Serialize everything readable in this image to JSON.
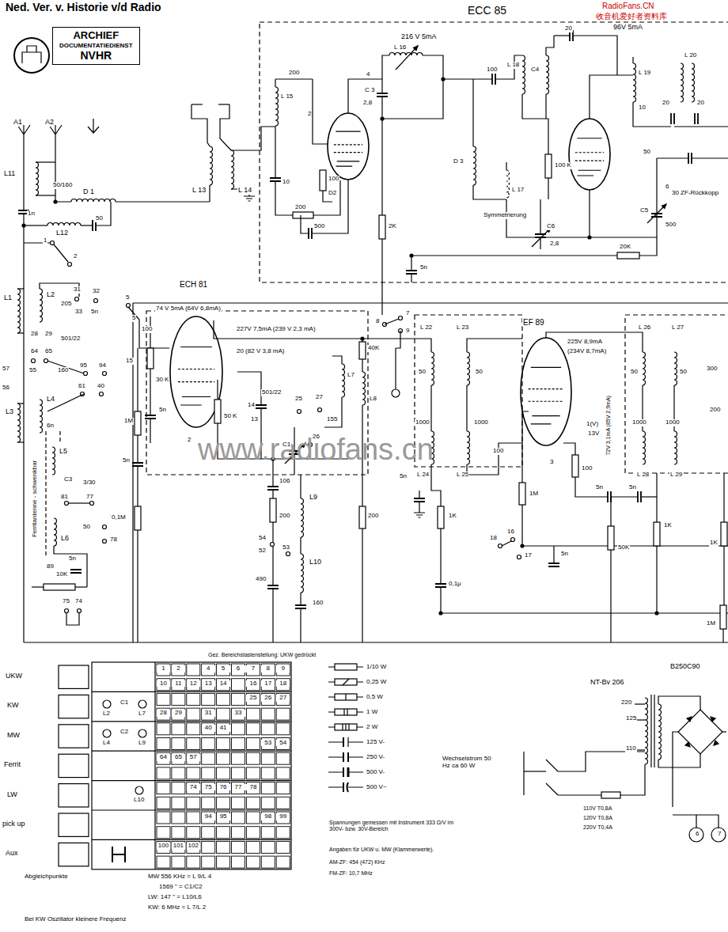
{
  "diagram": {
    "nodes": [
      {
        "text": [
          "ARCHIEF",
          "DOCUMENTATIEDIENST",
          "NVHR"
        ]
      }
    ],
    "labels": [
      "Ned. Ver. v. Historie v/d Radio",
      "RadioFans.CN",
      "收音机爱好者资料库",
      "ECC 85",
      "www.radiofans.cn",
      "A1",
      "A2",
      "L11",
      "50/160",
      "D 1",
      "1n",
      "50",
      "L12",
      "1",
      "2",
      "L 13",
      "L 14",
      "200",
      "L 15",
      "2",
      "10",
      "200",
      "500",
      "100",
      "D2",
      "4",
      "C 3",
      "2,8",
      "216 V 5mA",
      "L 16",
      "20",
      "96V 5mA",
      "L 18",
      "C4",
      "100",
      "L 19",
      "10",
      "L 20",
      "20",
      "20",
      "D 3",
      "L 17",
      "100 K",
      "Symmetrierung",
      "C6",
      "2,8",
      "50",
      "6",
      "30 ZF-Rückkopp",
      "C5",
      "500",
      "20K",
      "2K",
      "5n",
      "L1",
      "L2",
      "31",
      "32",
      "5",
      "205",
      "33",
      "5n",
      "28",
      "29",
      "501/22",
      "57",
      "56",
      "64",
      "65",
      "55",
      "160",
      "95",
      "94",
      "61",
      "40",
      "L3",
      "L4",
      "6n",
      "L5",
      "C3",
      "3/30",
      "81",
      "77",
      "76",
      "78",
      "50",
      "L6",
      "5n",
      "89",
      "10K",
      "75",
      "74",
      "Ferritantenne - schwenkbar",
      "ECH 81",
      "74 V 5mA (64V 6,8mA)",
      "227V 7,5mA (239 V 2,3 mA)",
      "20 (82 V 3,8 mA)",
      "5",
      "100",
      "15",
      "30 K",
      "5n",
      "1M",
      "2",
      "5n",
      "0,1M",
      "50 K",
      "14",
      "13",
      "501/22",
      "25",
      "27",
      "155",
      "L7",
      "L8",
      "26",
      "C1",
      "106",
      "200",
      "L9",
      "54",
      "53",
      "52",
      "L10",
      "490",
      "160",
      "200",
      "40K",
      "7",
      "8",
      "9",
      "EF 89",
      "225V 8,9mA",
      "(234V 8,7mA)",
      "L 22",
      "L 23",
      "L 26",
      "L 27",
      "50",
      "50",
      "1000",
      "1000",
      "L 24",
      "L 25",
      "100",
      "5n",
      "1K",
      "0,1μ",
      "3",
      "1M",
      "18",
      "16",
      "17",
      "5n",
      "100",
      "1(V)",
      "13V",
      "72V 3,1mA (85V 2,9mA)",
      "5n",
      "5n",
      "50K",
      "1K",
      "L 28",
      "L 29",
      "50",
      "50",
      "1000",
      "1000",
      "300",
      "200",
      "1K",
      "1M",
      "Gez. Bereichstastenstellung: UKW gedrückt",
      "UKW",
      "KW",
      "MW",
      "Ferrit",
      "LW",
      "pick up",
      "Aux",
      "C1",
      "L2",
      "L7",
      "C2",
      "L4",
      "L9",
      "L10",
      "1",
      "2",
      "4",
      "5",
      "6",
      "7",
      "8",
      "9",
      "10",
      "11",
      "12",
      "13",
      "14",
      "16",
      "17",
      "18",
      "25",
      "26",
      "27",
      "28",
      "29",
      "31",
      "33",
      "40",
      "41",
      "53",
      "54",
      "64",
      "65",
      "57",
      "74",
      "75",
      "76",
      "77",
      "78",
      "94",
      "95",
      "98",
      "99",
      "100",
      "101",
      "102",
      "Abgleichpunkte",
      "MW 556 KHz = L 9/L 4",
      "1569 \" = C1/C2",
      "LW: 147 \" = L10/L6",
      "KW: 6 MHz = L 7/L 2",
      "Bei KW Oszillator kleinere Frequenz",
      "Wechselstrom 50 Hz ca 60 W",
      "Spannungen gemessen mit Instrument 333 Ω/V im 300V- bzw. 30V-Bereich",
      "Angaben für UKW u. MW (Klammerwerte).",
      "AM-ZF: 454 (472) KHz",
      "FM-ZF: 10,7 MHz",
      "B250C90",
      "NT-Bv 206",
      "220",
      "125",
      "110",
      "110V T0,8A",
      "120V T0,8A",
      "220V T0,4A",
      "6",
      "7"
    ],
    "legend": [
      {
        "text": "1/10 W"
      },
      {
        "text": "0,25 W"
      },
      {
        "text": "0,5 W"
      },
      {
        "text": "1 W"
      },
      {
        "text": "2 W"
      },
      {
        "text": "125 V-"
      },
      {
        "text": "250 V-"
      },
      {
        "text": "500 V-"
      },
      {
        "text": "500 V~"
      }
    ]
  }
}
